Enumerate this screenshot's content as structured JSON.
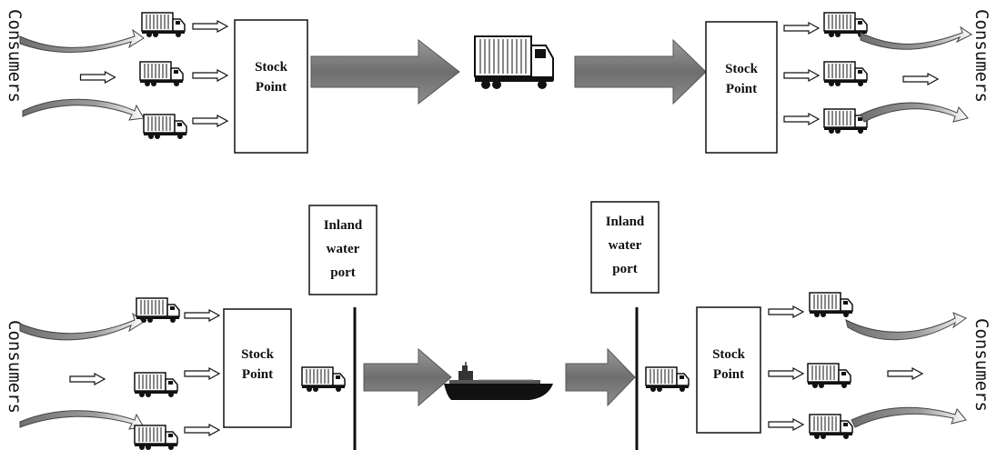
{
  "top_diagram": {
    "left_consumers_label": "Consumers",
    "left_stock_point": [
      "Stock",
      "Point"
    ],
    "right_stock_point": [
      "Stock",
      "Point"
    ],
    "right_consumers_label": "Consumers",
    "trunk_vehicle_icon": "truck-icon"
  },
  "bottom_diagram": {
    "left_consumers_label": "Consumers",
    "left_stock_point": [
      "Stock",
      "Point"
    ],
    "left_port": [
      "Inland",
      "water",
      "port"
    ],
    "right_port": [
      "Inland",
      "water",
      "port"
    ],
    "right_stock_point": [
      "Stock",
      "Point"
    ],
    "right_consumers_label": "Consumers",
    "trunk_vehicle_icon": "ship-icon"
  },
  "colors": {
    "ink": "#111111",
    "big_arrow_fill": "#7a7a7a",
    "curved_arrow_fill": "#8a8a8a"
  }
}
